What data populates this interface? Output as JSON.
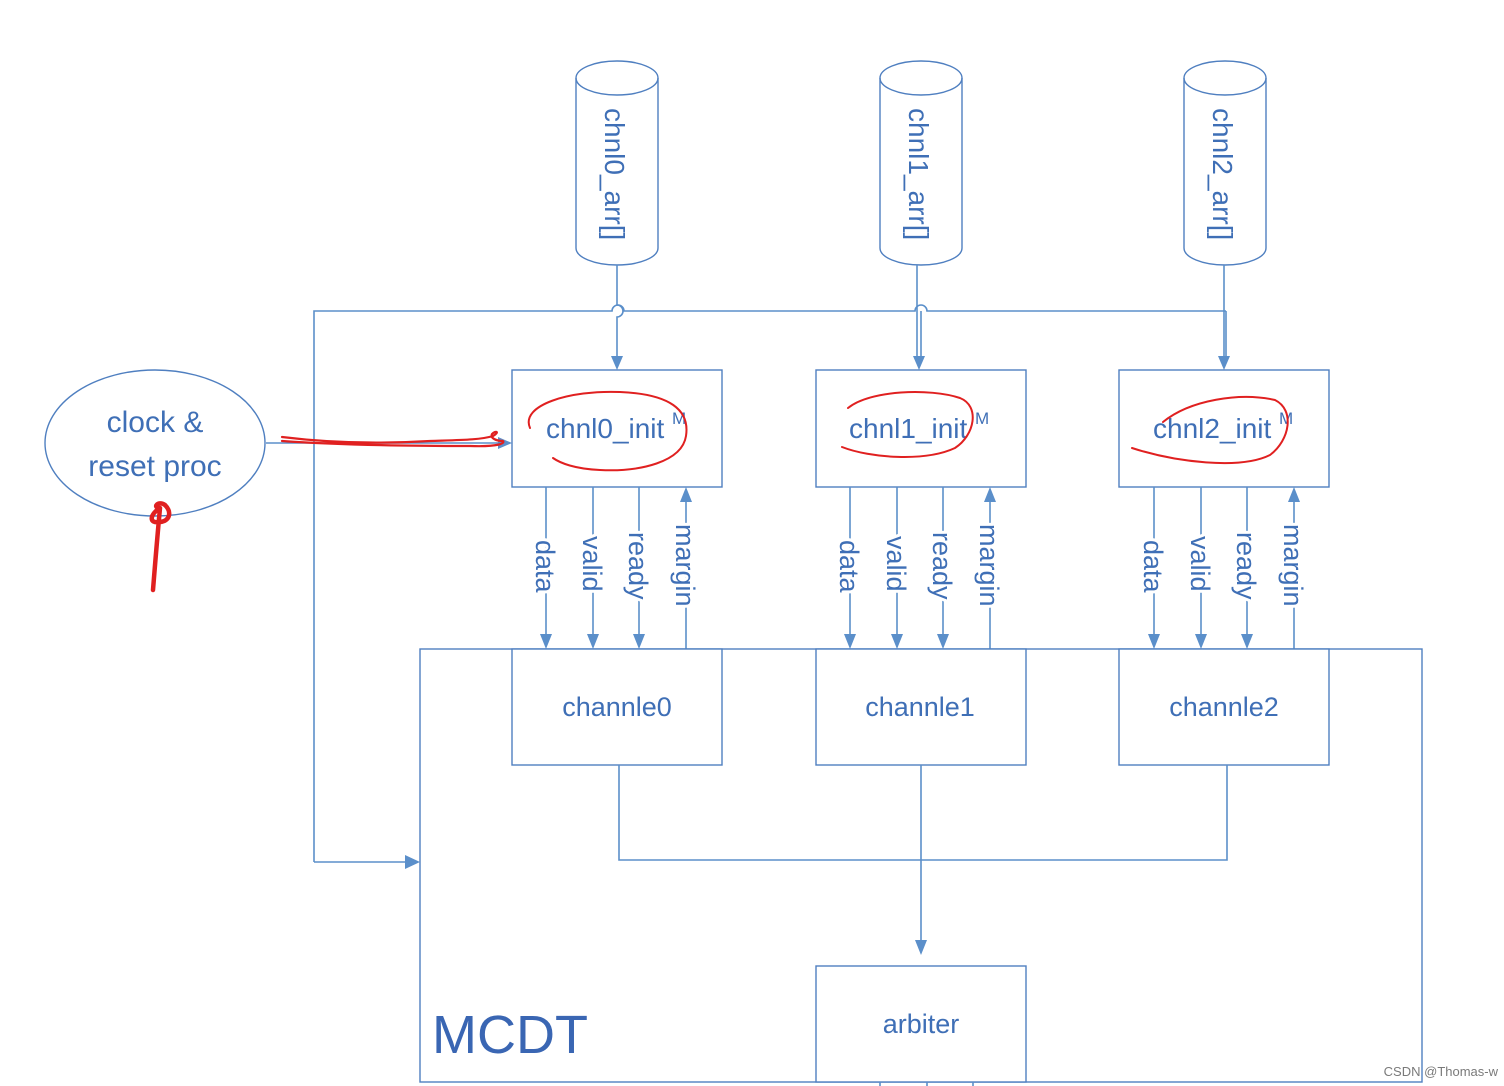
{
  "arrays": [
    "chnl0_arr[]",
    "chnl1_arr[]",
    "chnl2_arr[]"
  ],
  "inits": [
    "chnl0_init",
    "chnl1_init",
    "chnl2_init"
  ],
  "init_marker": "M",
  "channels": [
    "channle0",
    "channle1",
    "channle2"
  ],
  "signals": [
    "data",
    "valid",
    "ready",
    "margin"
  ],
  "clock_proc": {
    "line1": "clock &",
    "line2": "reset proc"
  },
  "arbiter": "arbiter",
  "module_label": "MCDT",
  "watermark": "CSDN @Thomas-w",
  "colors": {
    "diagram": "#5b8fca",
    "text": "#3f6fb6",
    "annotation": "#e02020"
  }
}
